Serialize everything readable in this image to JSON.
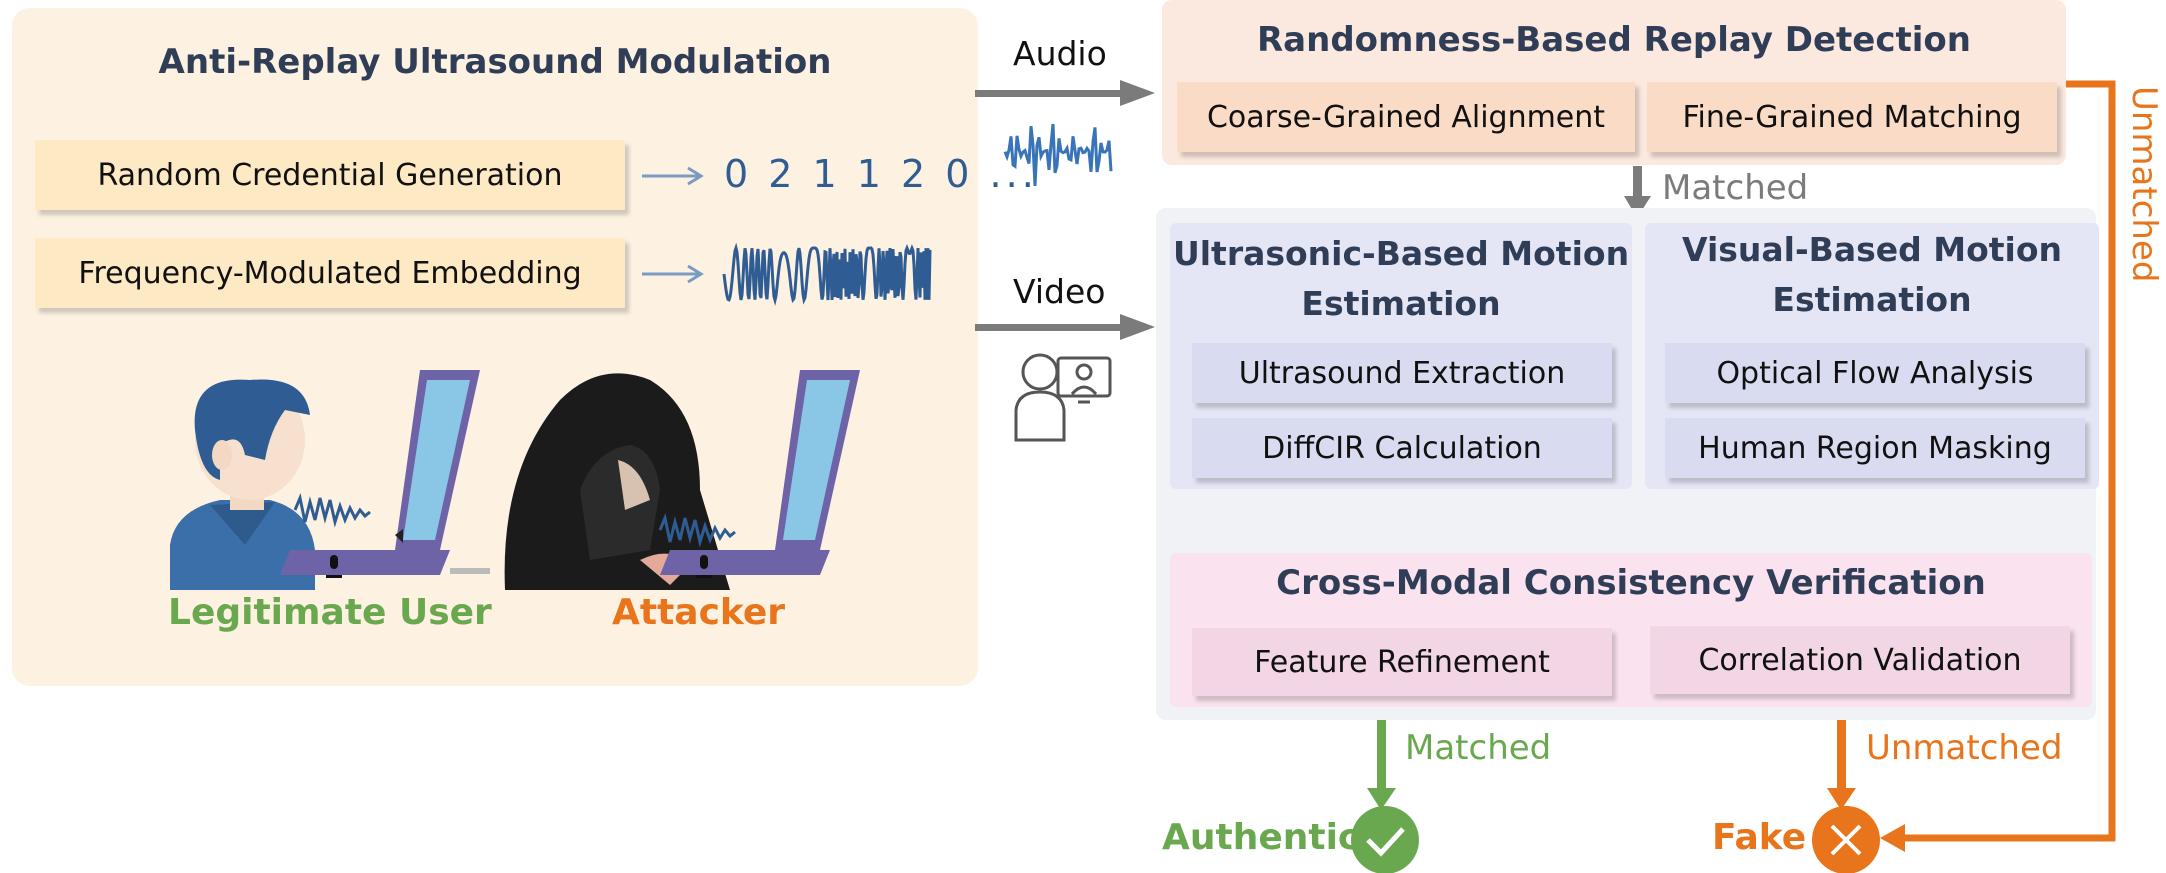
{
  "left_panel": {
    "title": "Anti-Replay Ultrasound Modulation",
    "credential_box": "Random Credential Generation",
    "credential_digits": "0 2 1 1 2 0 ...",
    "embedding_box": "Frequency-Modulated Embedding",
    "legitimate_label": "Legitimate User",
    "attacker_label": "Attacker"
  },
  "inputs": {
    "audio_label": "Audio",
    "video_label": "Video"
  },
  "replay_detection": {
    "title": "Randomness-Based Replay Detection",
    "coarse_box": "Coarse-Grained Alignment",
    "fine_box": "Fine-Grained Matching",
    "matched_label": "Matched",
    "unmatched_side_label": "Unmatched"
  },
  "ultrasonic_motion": {
    "title_line1": "Ultrasonic-Based Motion",
    "title_line2": "Estimation",
    "box1": "Ultrasound Extraction",
    "box2": "DiffCIR Calculation"
  },
  "visual_motion": {
    "title_line1": "Visual-Based Motion",
    "title_line2": "Estimation",
    "box1": "Optical Flow Analysis",
    "box2": "Human Region Masking"
  },
  "cross_modal": {
    "title": "Cross-Modal Consistency Verification",
    "box1": "Feature Refinement",
    "box2": "Correlation Validation"
  },
  "outcomes": {
    "matched_label": "Matched",
    "unmatched_label": "Unmatched",
    "authentic_label": "Authentic",
    "fake_label": "Fake"
  },
  "colors": {
    "green": "#6aa84f",
    "orange": "#e8741c",
    "navy": "#2f3d57",
    "wave_blue": "#2f5d93",
    "arrow_gray": "#7b7b7b"
  },
  "icons": [
    "wave-icon",
    "video-call-icon",
    "user-figure-icon",
    "hooded-attacker-icon",
    "laptop-icon",
    "microphone-icon",
    "speaker-icon",
    "check-icon",
    "cross-icon"
  ]
}
